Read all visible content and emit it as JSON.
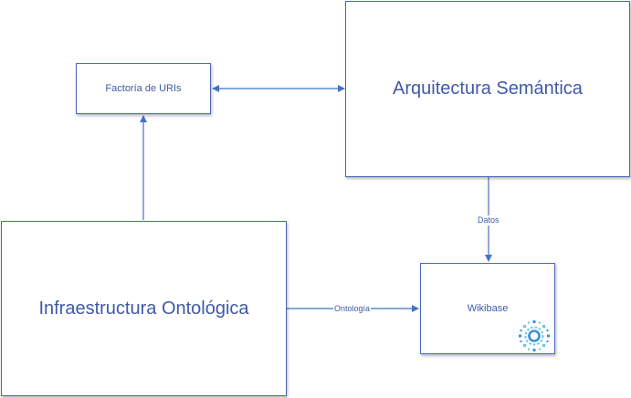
{
  "diagram": {
    "nodes": {
      "uri_factory": "Factoría de URIs",
      "semantic_architecture": "Arquitectura Semántica",
      "ontological_infrastructure": "Infraestructura Ontológica",
      "wikibase": "Wikibase"
    },
    "edges": {
      "datos": "Datos",
      "ontologia": "Ontología"
    },
    "colors": {
      "box_border": "#4a69b8",
      "connector": "#4472c4",
      "text": "#3f5aa6",
      "logo_primary": "#3a8fd8",
      "logo_secondary": "#62c9e8"
    },
    "icons": {
      "wikibase_logo": "wikibase-logo-icon"
    }
  }
}
